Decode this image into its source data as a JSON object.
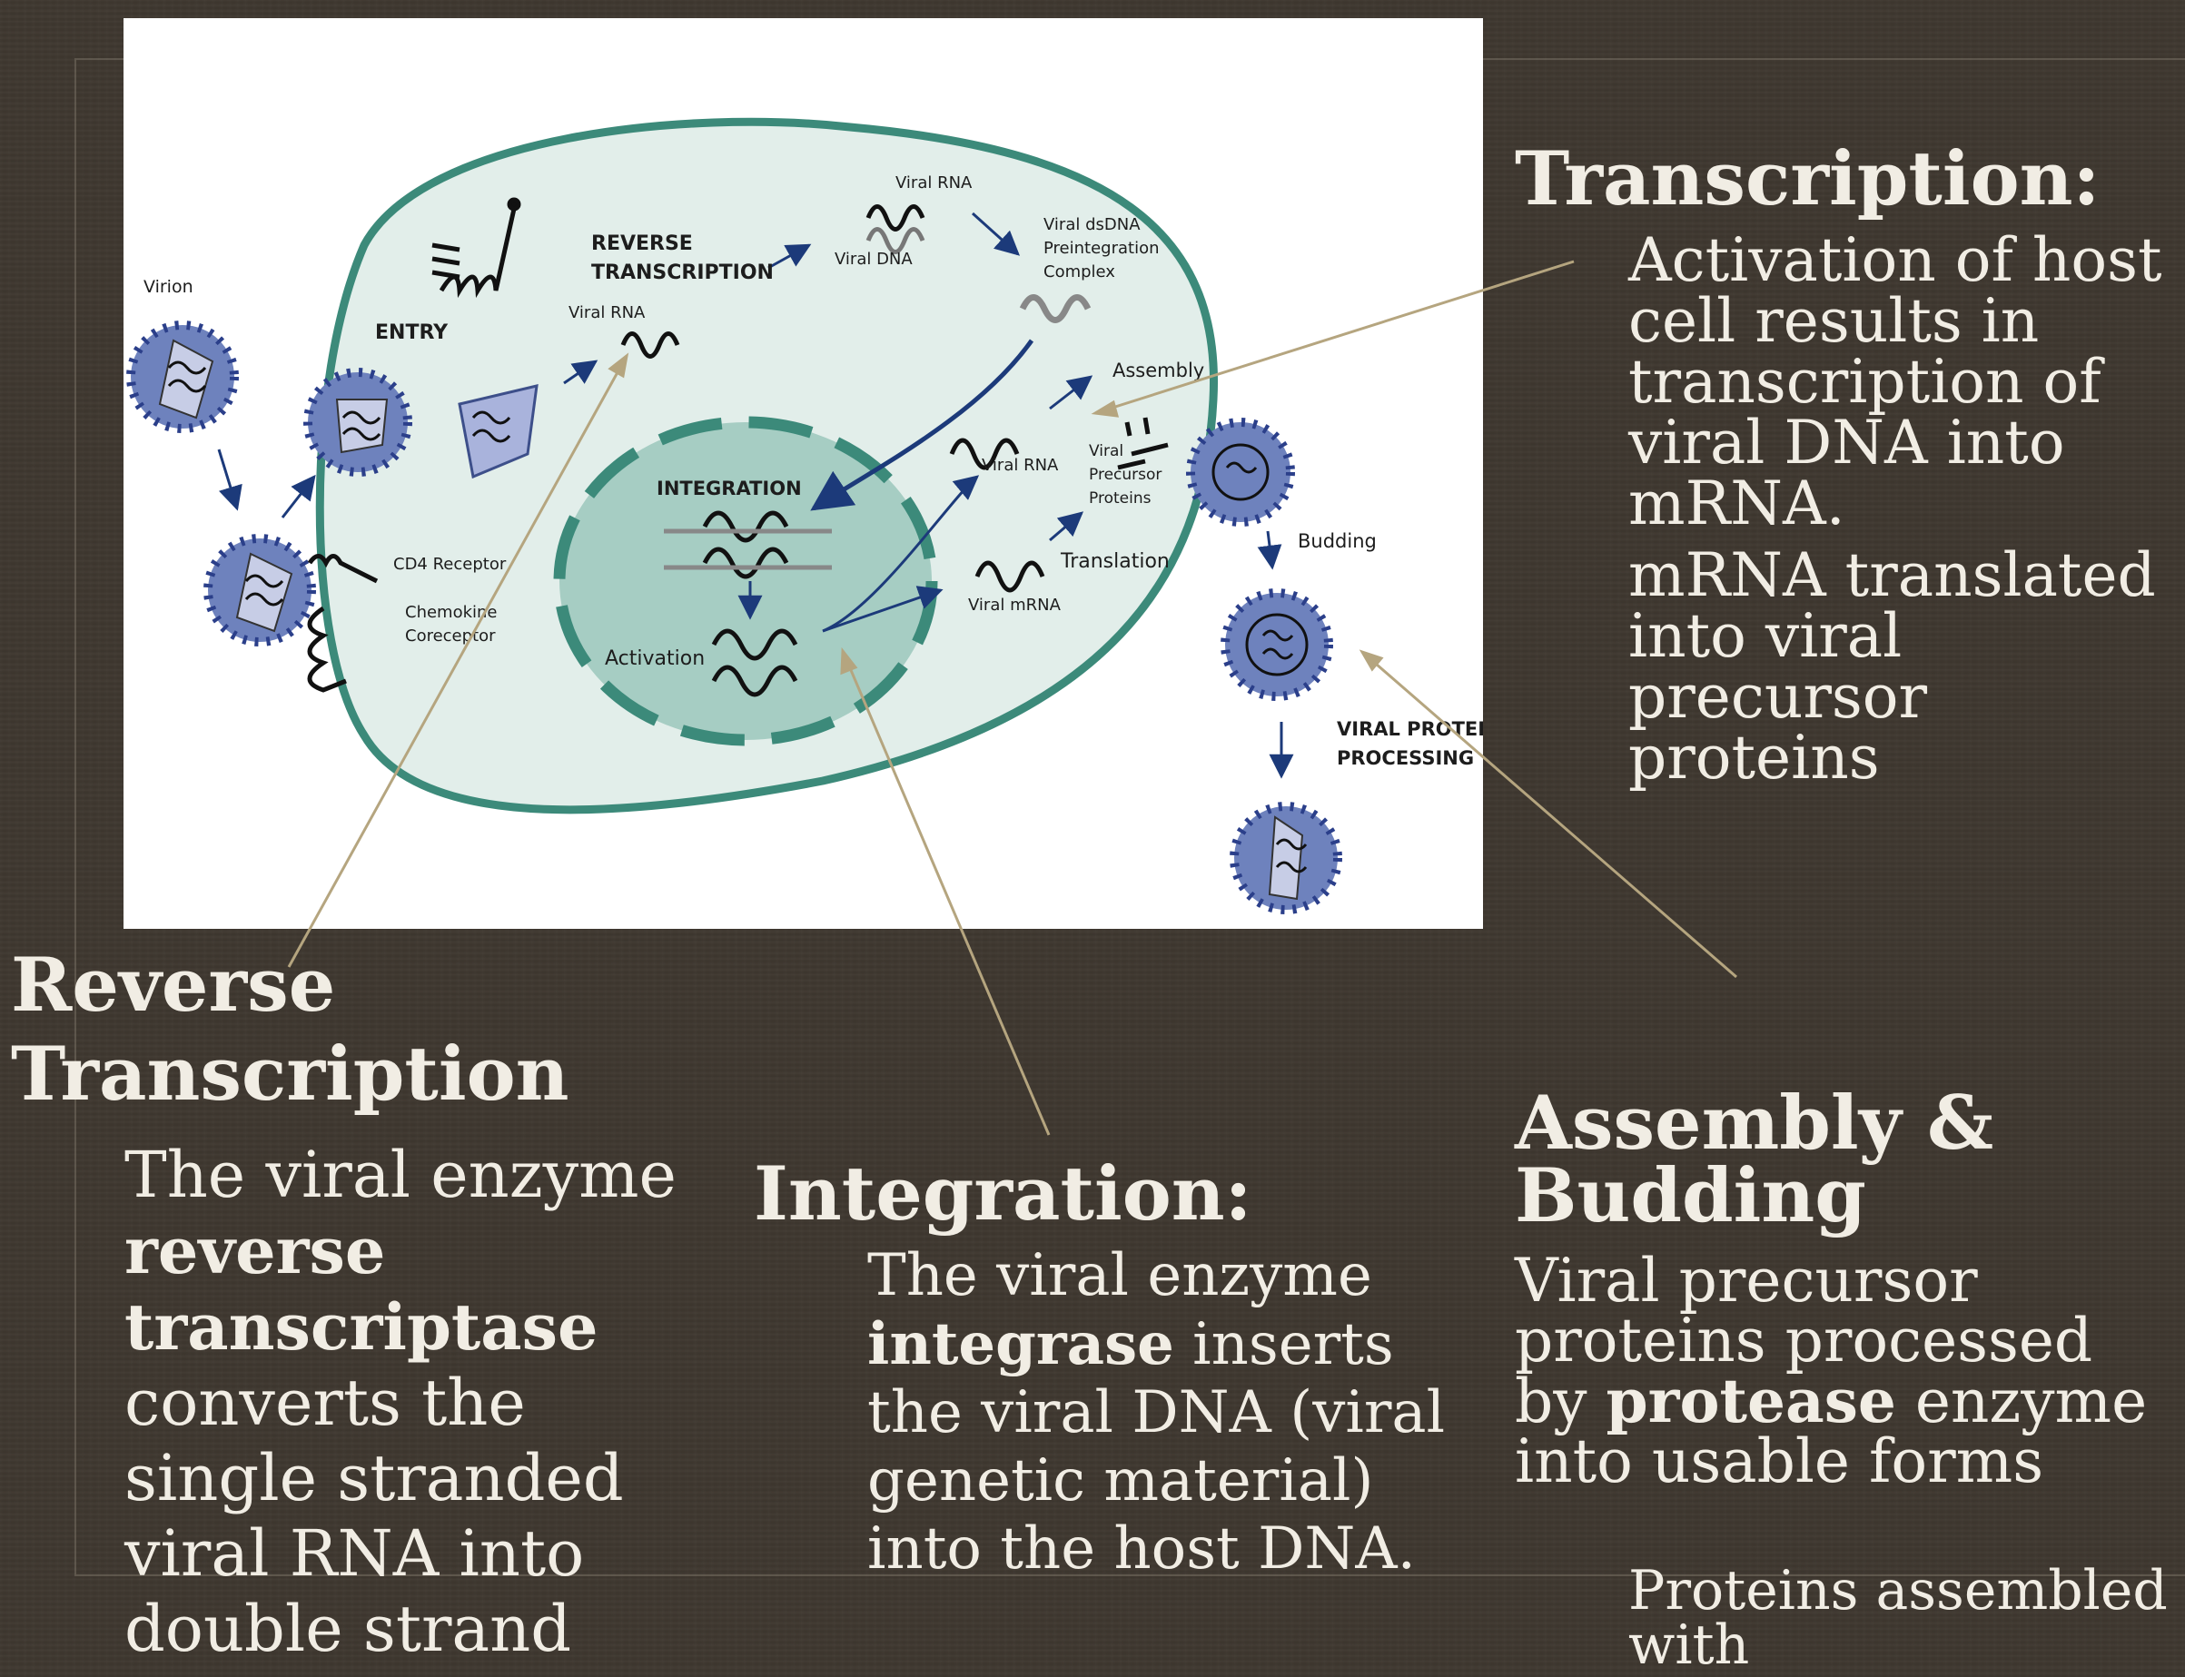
{
  "diagram": {
    "labels": {
      "virion": "Virion",
      "entry": "ENTRY",
      "reverse_transcription_1": "REVERSE",
      "reverse_transcription_2": "TRANSCRIPTION",
      "viral_rna_entry": "Viral RNA",
      "viral_rna_top": "Viral RNA",
      "viral_dna": "Viral DNA",
      "dsdna_1": "Viral dsDNA",
      "dsdna_2": "Preintegration",
      "dsdna_3": "Complex",
      "assembly": "Assembly",
      "viral_rna_mid": "Viral RNA",
      "precursor_1": "Viral",
      "precursor_2": "Precursor",
      "precursor_3": "Proteins",
      "integration": "INTEGRATION",
      "cd4": "CD4 Receptor",
      "chemokine_1": "Chemokine",
      "chemokine_2": "Coreceptor",
      "activation": "Activation",
      "viral_mrna": "Viral mRNA",
      "translation": "Translation",
      "budding": "Budding",
      "processing_1": "VIRAL PROTEIN",
      "processing_2": "PROCESSING"
    },
    "colors": {
      "cell_fill": "#e2eeea",
      "cell_border": "#3c8a7a",
      "nucleus_fill": "#a6cdc3",
      "virion_fill": "#6e82bd",
      "arrow_blue": "#1c3a7a",
      "annotation_line": "#b5a57f"
    }
  },
  "sections": {
    "transcription": {
      "title": "Transcription:",
      "body_1": "Activation of host cell results in transcription of viral DNA into mRNA.",
      "body_2": "mRNA translated into viral precursor proteins"
    },
    "reverse_transcription": {
      "title_1": "Reverse",
      "title_2": "Transcription",
      "body_pre": "The viral enzyme",
      "body_bold": "reverse transcriptase",
      "body_post": "converts the single stranded viral RNA into double strand"
    },
    "integration": {
      "title": "Integration:",
      "body_pre": "The viral enzyme",
      "body_bold": "integrase",
      "body_post": "inserts the viral DNA (viral genetic material) into the host DNA."
    },
    "assembly": {
      "title_1": "Assembly &",
      "title_2": "Budding",
      "body_pre": "Viral precursor proteins processed by",
      "body_bold": "protease",
      "body_post": "enzyme into usable forms",
      "body_2": "Proteins assembled with"
    }
  }
}
